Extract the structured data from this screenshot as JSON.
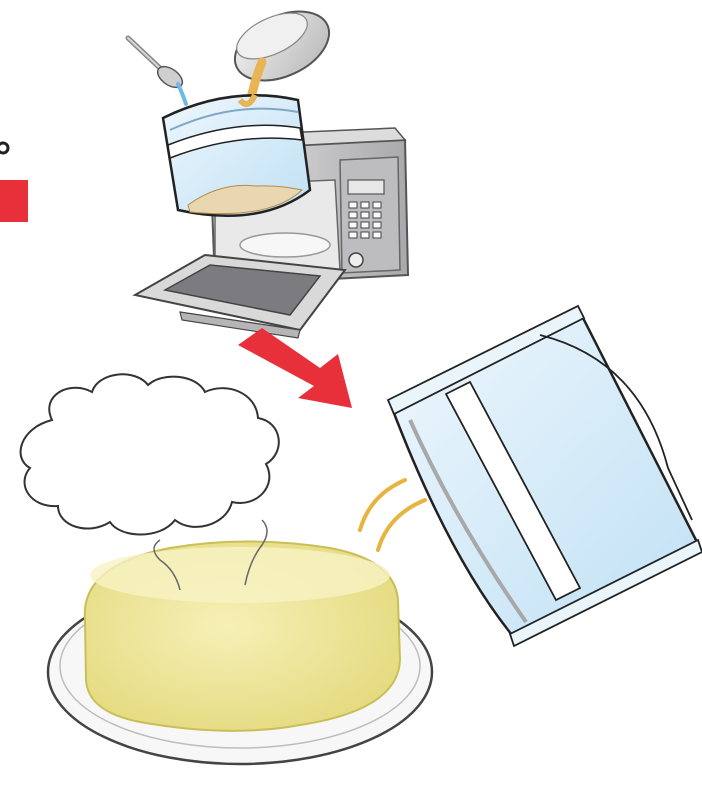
{
  "illustration": {
    "steps": [
      {
        "id": "mix-in-bag",
        "icon": "pouch-mixing-icon"
      },
      {
        "id": "microwave",
        "icon": "microwave-icon"
      },
      {
        "id": "turn-out-cake",
        "icon": "steamed-cake-icon"
      }
    ],
    "thought_bubble_text": "",
    "colors": {
      "arrow": "#e8303b",
      "cake": "#efe79a",
      "cake_edge": "#c9bf56",
      "bag_tint": "#d7ecf8",
      "microwave_body": "#c9c9cb",
      "steam_lines": "#e8b440"
    }
  }
}
